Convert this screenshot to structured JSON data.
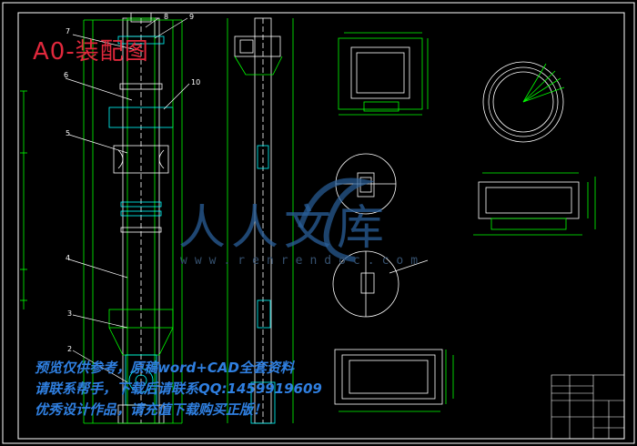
{
  "title": "A0-装配图",
  "part_labels": [
    "7",
    "8",
    "9",
    "6",
    "10",
    "5",
    "4",
    "3",
    "2"
  ],
  "watermark": {
    "brand": "人人文库",
    "url": "www.renrendoc.com",
    "line1": "预览仅供参考，原稿word+CAD全套资料",
    "line2": "请联系帮手，下载后请联系QQ:1459919609",
    "line3": "优秀设计作品，请充值下载购买正版！"
  },
  "colors": {
    "frame": "#ffffff",
    "outline": "#00ff00",
    "detail": "#00ffff",
    "background": "#000000",
    "title": "#e0283c",
    "watermark": "#2f7fe0"
  }
}
